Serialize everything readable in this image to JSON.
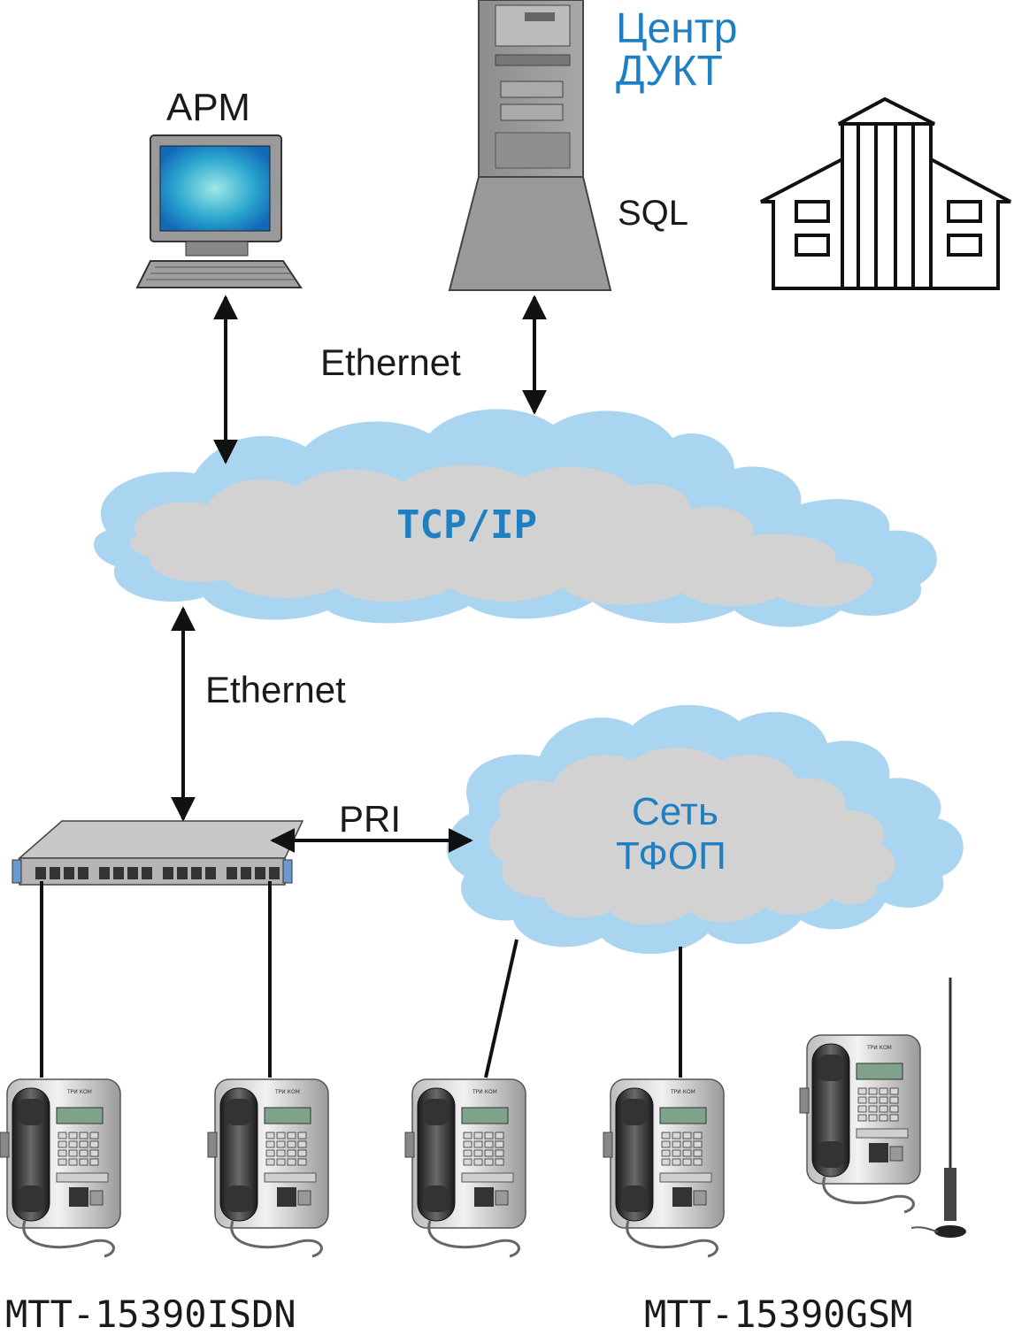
{
  "labels": {
    "arm": "АРМ",
    "center_line1": "Центр",
    "center_line2": "ДУКТ",
    "sql": "SQL",
    "ethernet_top": "Ethernet",
    "tcpip": "TCP/IP",
    "ethernet_mid": "Ethernet",
    "pri": "PRI",
    "pstn_line1": "Сеть",
    "pstn_line2": "ТФОП",
    "model_isdn": "MTT-15390ISDN",
    "model_gsm": "MTT-15390GSM"
  },
  "colors": {
    "cloud_outer": "#a9d5f0",
    "cloud_inner": "#d2d2d2",
    "accent_blue": "#1e7fc2",
    "line": "#111111"
  },
  "icons": [
    "workstation-icon",
    "server-icon",
    "building-icon",
    "gateway-icon",
    "payphone-icon",
    "antenna-icon"
  ]
}
